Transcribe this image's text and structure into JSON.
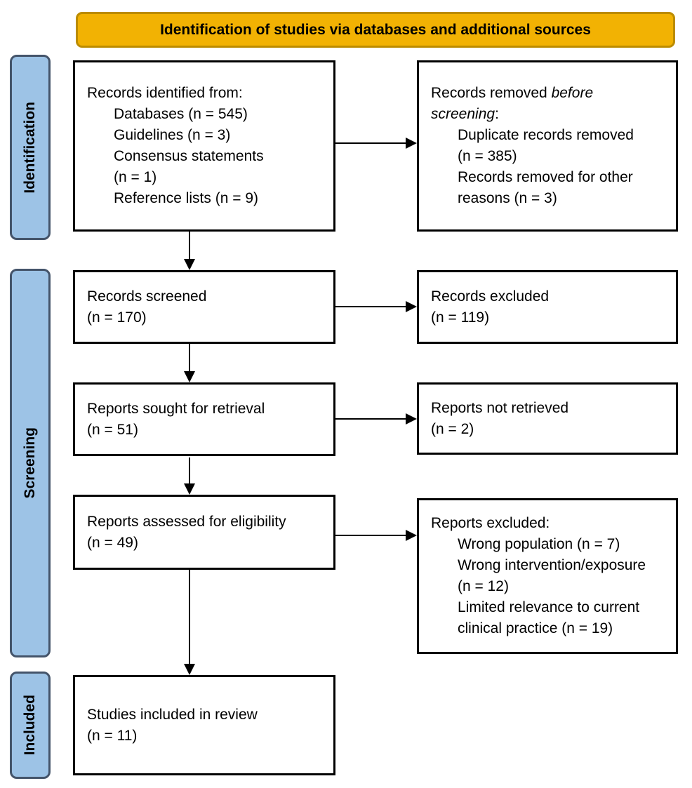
{
  "diagram": {
    "title_banner": "Identification of studies via databases and additional sources",
    "sidebar": {
      "identification": "Identification",
      "screening": "Screening",
      "included": "Included"
    },
    "left_column": {
      "records_identified": {
        "lines": [
          "Records identified from:",
          "Databases (n = 545)",
          "Guidelines (n = 3)",
          "Consensus statements",
          "(n = 1)",
          "Reference lists (n = 9)"
        ]
      },
      "records_screened": {
        "lines": [
          "Records screened",
          "(n = 170)"
        ]
      },
      "reports_sought": {
        "lines": [
          "Reports sought for retrieval",
          "(n = 51)"
        ]
      },
      "reports_assessed": {
        "lines": [
          "Reports assessed for eligibility",
          "(n = 49)"
        ]
      },
      "studies_included": {
        "lines": [
          "Studies included in review",
          "(n = 11)"
        ]
      }
    },
    "right_column": {
      "records_removed": {
        "heading_normal_1": "Records removed ",
        "heading_italic_1": "before",
        "heading_italic_2": "screening",
        "heading_normal_2": ":",
        "lines": [
          "Duplicate records removed",
          "(n = 385)",
          "Records removed for other",
          "reasons (n = 3)"
        ]
      },
      "records_excluded": {
        "lines": [
          "Records excluded",
          "(n = 119)"
        ]
      },
      "reports_not_retrieved": {
        "lines": [
          "Reports not retrieved",
          "(n = 2)"
        ]
      },
      "reports_excluded": {
        "heading": "Reports excluded:",
        "lines": [
          "Wrong population (n = 7)",
          "Wrong intervention/exposure",
          "(n = 12)",
          "Limited relevance to current",
          "clinical practice (n = 19)"
        ]
      }
    },
    "colors": {
      "banner_fill": "#F2B203",
      "banner_border": "#BC8C00",
      "sidebar_fill": "#9DC3E6",
      "sidebar_border": "#44546A",
      "box_border": "#000000",
      "arrow": "#000000"
    }
  }
}
